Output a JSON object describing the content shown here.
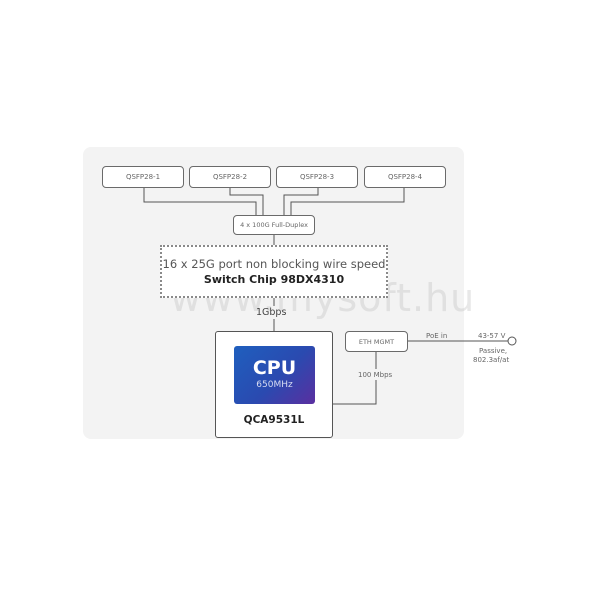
{
  "ports": [
    {
      "label": "QSFP28-1"
    },
    {
      "label": "QSFP28-2"
    },
    {
      "label": "QSFP28-3"
    },
    {
      "label": "QSFP28-4"
    }
  ],
  "aggregator": {
    "label": "4 x 100G Full-Duplex"
  },
  "switch": {
    "description": "16 x 25G port non blocking wire speed",
    "name": "Switch Chip 98DX4310"
  },
  "uplink": {
    "label": "1Gbps"
  },
  "cpu": {
    "title": "CPU",
    "frequency": "650MHz",
    "model": "QCA9531L",
    "gradient_colors": [
      "#1f5fbe",
      "#5a2fa0"
    ]
  },
  "eth_mgmt": {
    "label": "ETH MGMT",
    "speed": "100 Mbps"
  },
  "power": {
    "poe_label": "PoE in",
    "voltage": "43-57 V",
    "standard_line1": "Passive,",
    "standard_line2": "802.3af/at"
  },
  "watermark": "www.mysoft.hu"
}
